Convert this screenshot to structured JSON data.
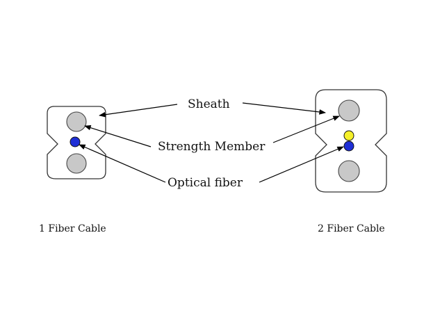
{
  "labels": {
    "sheath": "Sheath",
    "strength_member": "Strength Member",
    "optical_fiber": "Optical fiber"
  },
  "cables": [
    {
      "caption": "1 Fiber Cable",
      "fibers": [
        "blue"
      ]
    },
    {
      "caption": "2 Fiber Cable",
      "fibers": [
        "yellow",
        "blue"
      ]
    }
  ],
  "colors": {
    "strength_member": "#c8c8c8",
    "fiber_blue": "#1f2fd6",
    "fiber_yellow": "#f5f02a",
    "outline": "#333333"
  }
}
